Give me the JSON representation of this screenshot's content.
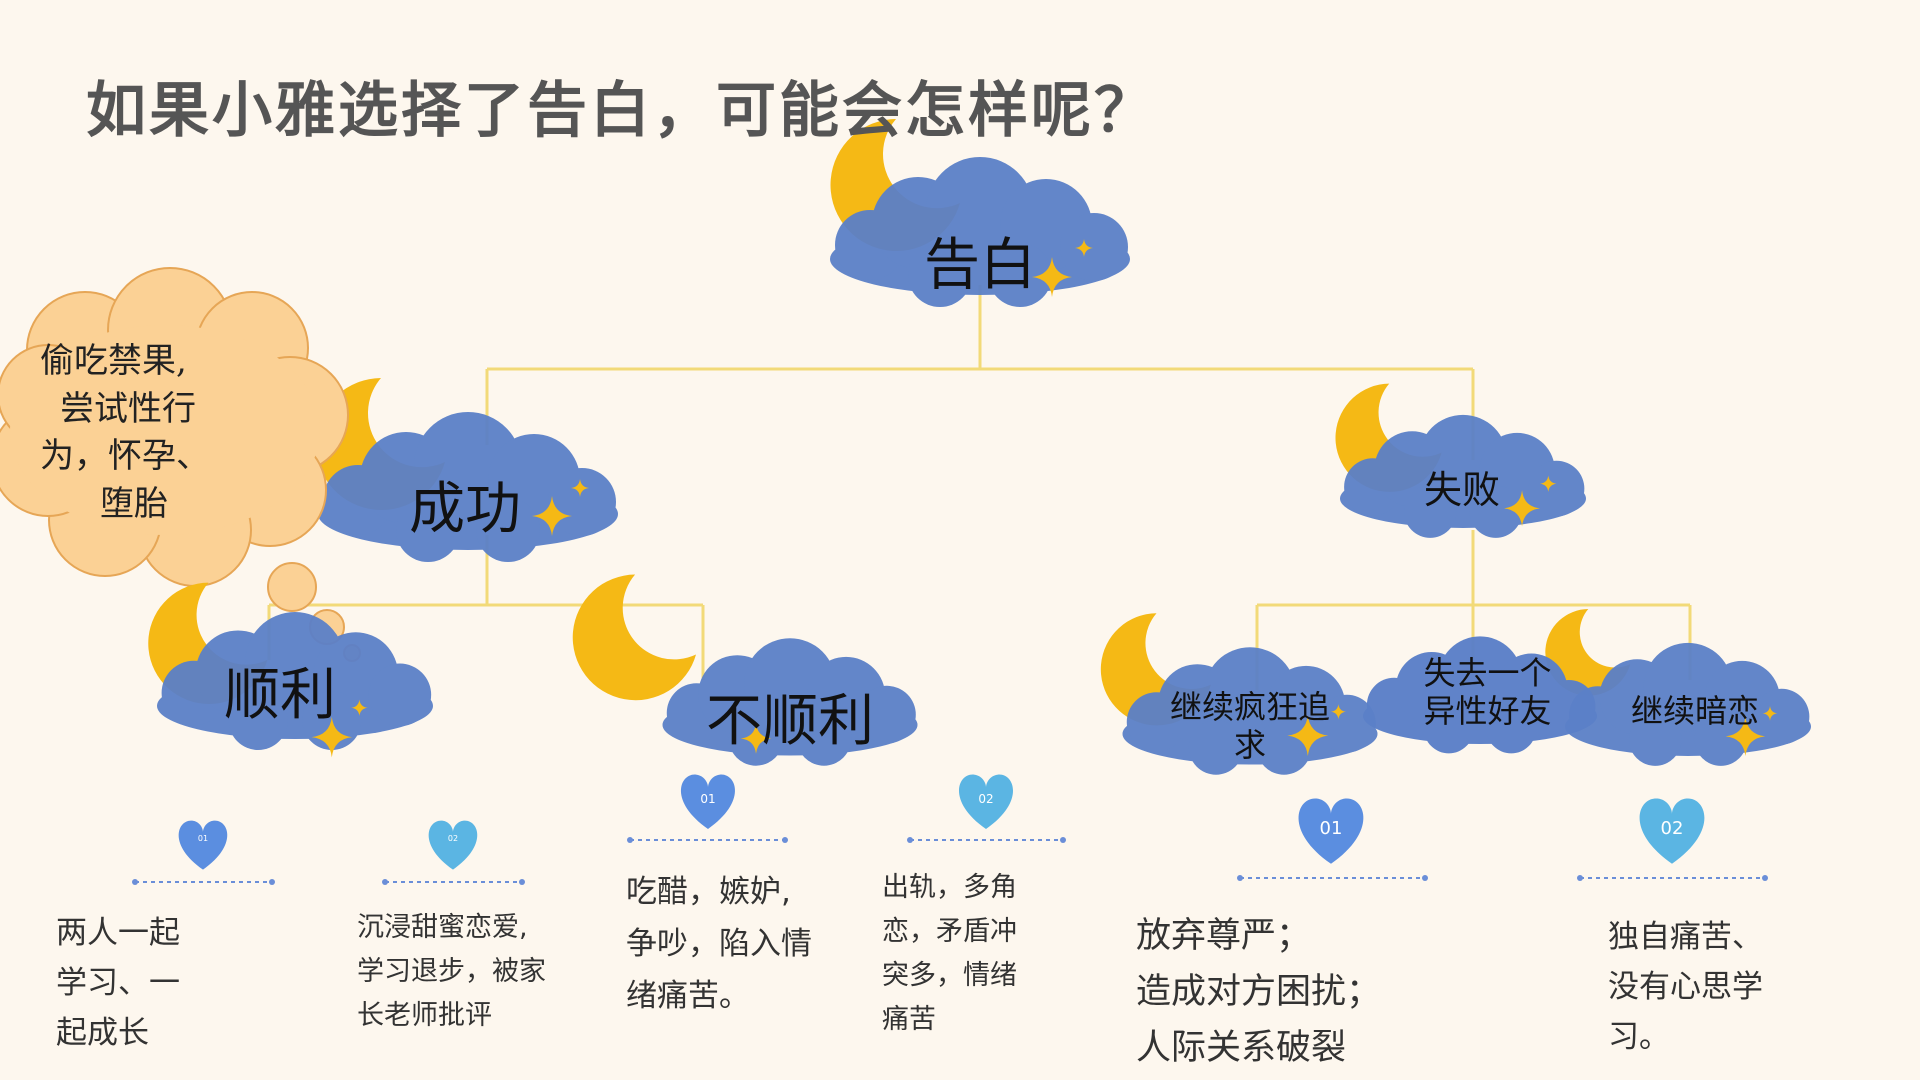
{
  "title": "如果小雅选择了告白，可能会怎样呢？",
  "nodes": {
    "root": "告白",
    "success": "成功",
    "failure": "失败",
    "smooth": "顺利",
    "unsmooth": "不顺利",
    "keep_chasing": "继续疯狂追求",
    "lose_friend": "失去一个异性好友",
    "keep_secret": "继续暗恋"
  },
  "thought_bubble": {
    "lines": [
      "偷吃禁果,",
      "尝试性行",
      "为，怀孕、",
      "堕胎"
    ]
  },
  "branches": [
    {
      "num": "01",
      "lines": [
        "两人一起",
        "学习、一",
        "起成长"
      ]
    },
    {
      "num": "02",
      "lines": [
        "沉浸甜蜜恋爱,",
        "学习退步，被家",
        "长老师批评"
      ]
    },
    {
      "num": "01",
      "lines": [
        "吃醋，嫉妒,",
        "争吵，陷入情",
        "绪痛苦。"
      ]
    },
    {
      "num": "02",
      "lines": [
        "出轨，多角",
        "恋，矛盾冲",
        "突多，情绪",
        "痛苦"
      ]
    },
    {
      "num": "01",
      "lines": [
        "放弃尊严；",
        "造成对方困扰；",
        "人际关系破裂"
      ]
    },
    {
      "num": "02",
      "lines": [
        "独自痛苦、",
        "没有心思学",
        "习。"
      ]
    }
  ],
  "colors": {
    "background": "#fdf7ee",
    "cloud": "#5b80c8",
    "moon": "#f5b915",
    "star": "#f5b915",
    "connector": "#f2da78",
    "thought_bubble": "#fbd195",
    "heart_dark": "#5b8ee0",
    "heart_light": "#5bb5e3",
    "dotted_line": "#6a8ed8"
  }
}
